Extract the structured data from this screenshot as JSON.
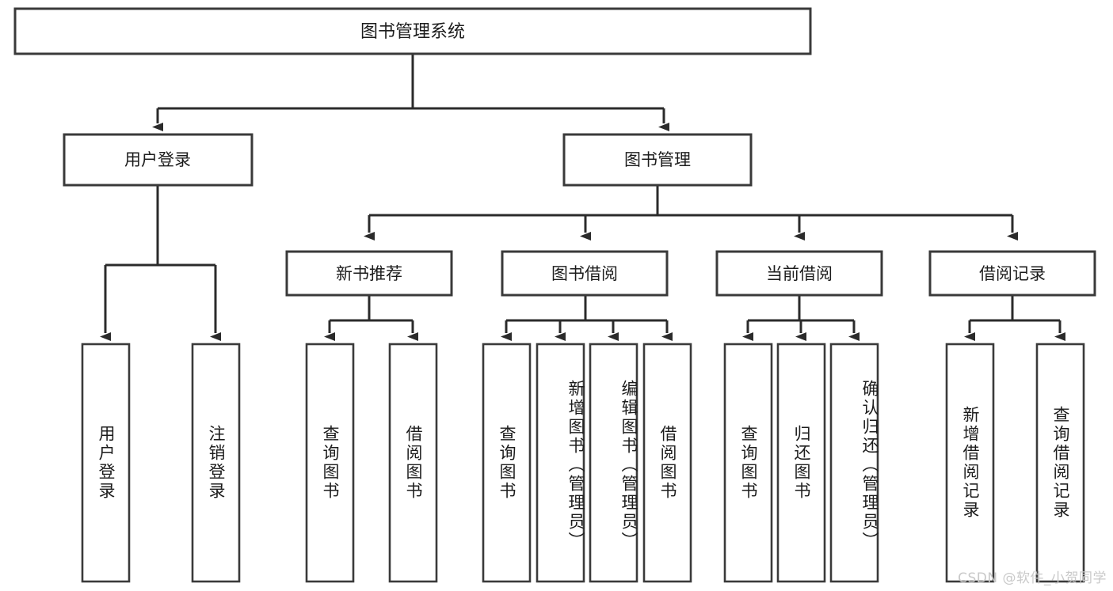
{
  "diagram": {
    "title": "图书管理系统",
    "watermark": "CSDN @软件_小贺同学",
    "colors": {
      "box_stroke": "#3a3a3a",
      "connector": "#2b2b2b",
      "box_fill": "#ffffff",
      "text": "#1c1c1c",
      "watermark": "#c9c9c9",
      "background": "#ffffff"
    },
    "root": {
      "label": "图书管理系统"
    },
    "level2": [
      {
        "label": "用户登录"
      },
      {
        "label": "图书管理"
      }
    ],
    "level3": [
      {
        "label": "新书推荐"
      },
      {
        "label": "图书借阅"
      },
      {
        "label": "当前借阅"
      },
      {
        "label": "借阅记录"
      }
    ],
    "leaves": {
      "user_login": [
        {
          "label": "用户登录"
        },
        {
          "label": "注销登录"
        }
      ],
      "new_book_recommend": [
        {
          "label": "查询图书"
        },
        {
          "label": "借阅图书"
        }
      ],
      "book_borrow": [
        {
          "label": "查询图书"
        },
        {
          "label": "新增图书（管理员）"
        },
        {
          "label": "编辑图书（管理员）"
        },
        {
          "label": "借阅图书"
        }
      ],
      "current_borrow": [
        {
          "label": "查询图书"
        },
        {
          "label": "归还图书"
        },
        {
          "label": "确认归还（管理员）"
        }
      ],
      "borrow_record": [
        {
          "label": "新增借阅记录"
        },
        {
          "label": "查询借阅记录"
        }
      ]
    }
  },
  "chart_data": {
    "type": "table",
    "title": "图书管理系统",
    "hierarchy": [
      {
        "label": "图书管理系统",
        "children": [
          {
            "label": "用户登录",
            "children": [
              {
                "label": "用户登录"
              },
              {
                "label": "注销登录"
              }
            ]
          },
          {
            "label": "图书管理",
            "children": [
              {
                "label": "新书推荐",
                "children": [
                  {
                    "label": "查询图书"
                  },
                  {
                    "label": "借阅图书"
                  }
                ]
              },
              {
                "label": "图书借阅",
                "children": [
                  {
                    "label": "查询图书"
                  },
                  {
                    "label": "新增图书（管理员）"
                  },
                  {
                    "label": "编辑图书（管理员）"
                  },
                  {
                    "label": "借阅图书"
                  }
                ]
              },
              {
                "label": "当前借阅",
                "children": [
                  {
                    "label": "查询图书"
                  },
                  {
                    "label": "归还图书"
                  },
                  {
                    "label": "确认归还（管理员）"
                  }
                ]
              },
              {
                "label": "借阅记录",
                "children": [
                  {
                    "label": "新增借阅记录"
                  },
                  {
                    "label": "查询借阅记录"
                  }
                ]
              }
            ]
          }
        ]
      }
    ]
  }
}
